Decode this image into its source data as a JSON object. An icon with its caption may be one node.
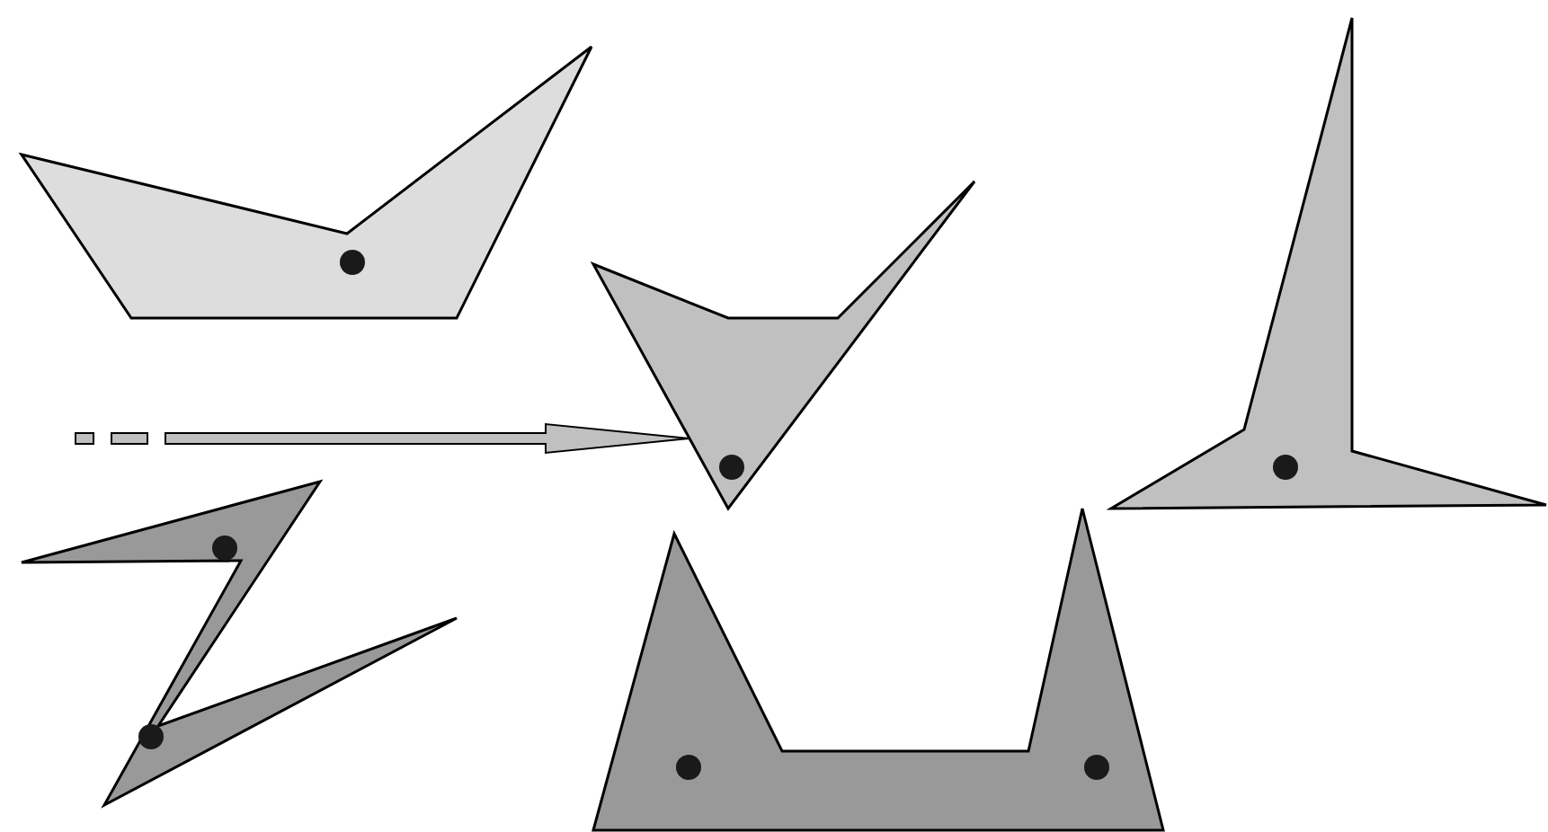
{
  "diagram": {
    "nodes": [
      {
        "text": [],
        "shape": "polygon"
      },
      {
        "text": [],
        "shape": "polygon"
      },
      {
        "text": [],
        "shape": "polygon"
      },
      {
        "text": [],
        "shape": "polygon"
      },
      {
        "text": [],
        "shape": "polygon"
      }
    ],
    "edges": [
      {
        "from": null,
        "to": 1,
        "arrow": "to"
      }
    ]
  }
}
